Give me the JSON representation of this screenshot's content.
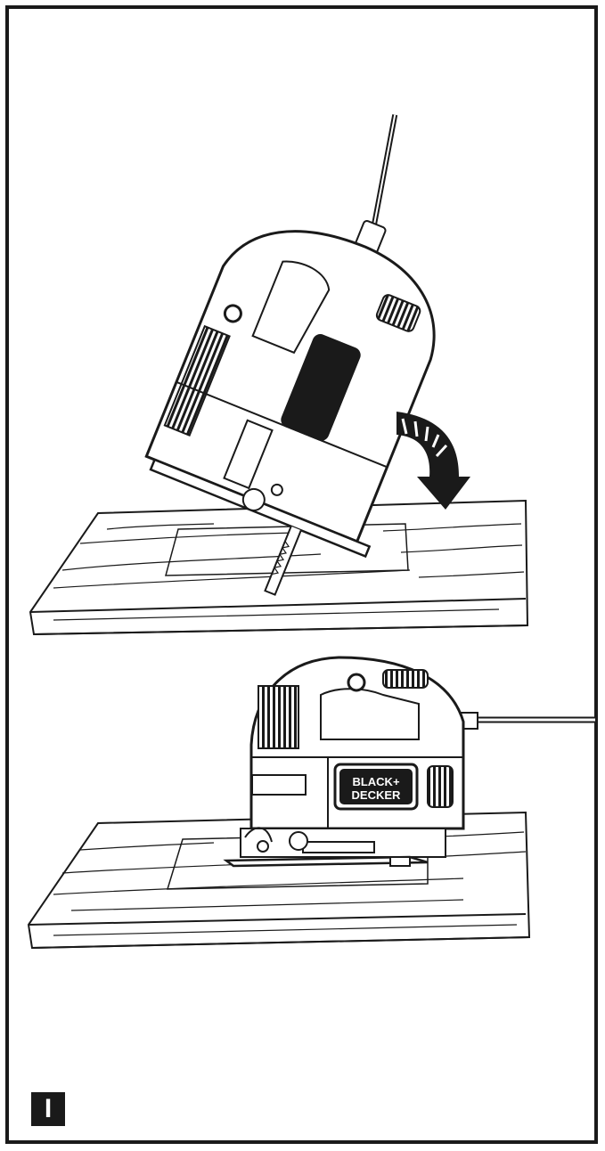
{
  "figure": {
    "label": "I"
  },
  "brand": {
    "line1": "BLACK+",
    "line2": "DECKER"
  },
  "colors": {
    "ink": "#1a1a1a",
    "paper": "#ffffff"
  },
  "icons": [
    "rotate-arrow-icon"
  ]
}
